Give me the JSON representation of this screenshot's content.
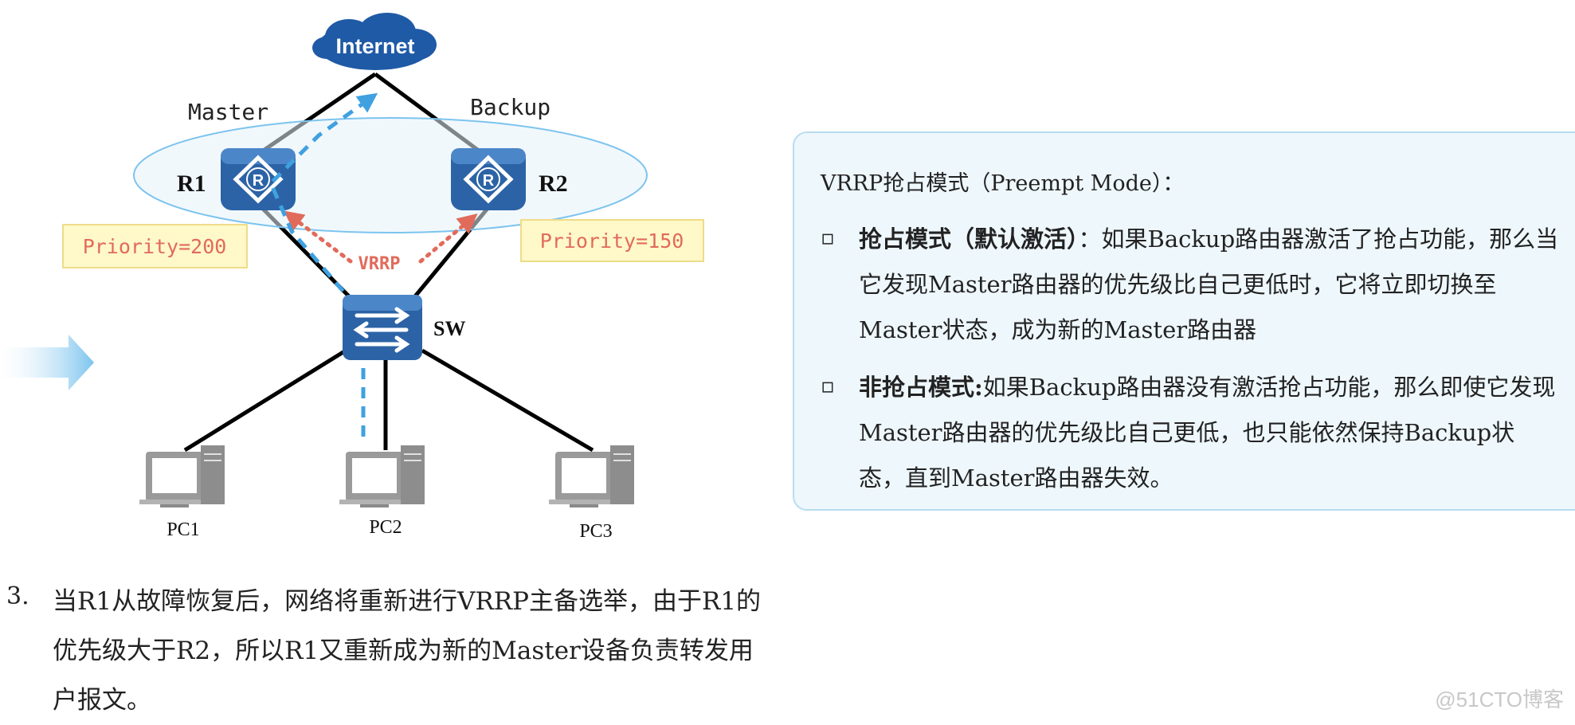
{
  "diagram": {
    "internet_label": "Internet",
    "master_label": "Master",
    "backup_label": "Backup",
    "r1_label": "R1",
    "r2_label": "R2",
    "r1_icon_letter": "R",
    "r2_icon_letter": "R",
    "priority_r1": "Priority=200",
    "priority_r2": "Priority=150",
    "vrrp_label": "VRRP",
    "sw_label": "SW",
    "pc1_label": "PC1",
    "pc2_label": "PC2",
    "pc3_label": "PC3",
    "colors": {
      "router_blue": "#2c63a6",
      "traffic_dash": "#3fa1e0",
      "vrrp_red": "#e16b5b",
      "priority_bg": "#fff8c8",
      "priority_border": "#eedc8a"
    }
  },
  "step": {
    "number": "3.",
    "text": "当R1从故障恢复后，网络将重新进行VRRP主备选举，由于R1的优先级大于R2，所以R1又重新成为新的Master设备负责转发用户报文。"
  },
  "info": {
    "title": "VRRP抢占模式（Preempt Mode）：",
    "bullets": [
      {
        "marker": "▫",
        "label": "抢占模式（默认激活）",
        "text": "：如果Backup路由器激活了抢占功能，那么当它发现Master路由器的优先级比自己更低时，它将立即切换至Master状态，成为新的Master路由器"
      },
      {
        "marker": "▫",
        "label": "非抢占模式:",
        "text": "如果Backup路由器没有激活抢占功能，那么即使它发现Master路由器的优先级比自己更低，也只能依然保持Backup状态，直到Master路由器失效。"
      }
    ]
  },
  "watermark": "@51CTO博客"
}
